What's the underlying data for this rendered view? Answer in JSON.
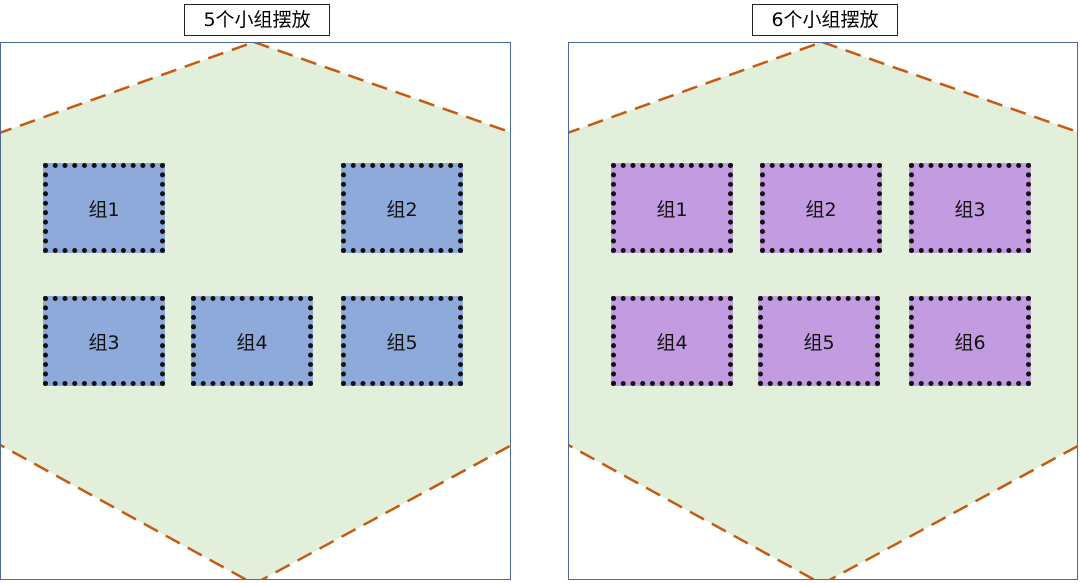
{
  "diagrams": [
    {
      "title": "5个小组摆放",
      "group_color": "#8eaadb",
      "groups": [
        "组1",
        "组2",
        "组3",
        "组4",
        "组5"
      ]
    },
    {
      "title": "6个小组摆放",
      "group_color": "#c39be0",
      "groups": [
        "组1",
        "组2",
        "组3",
        "组4",
        "组5",
        "组6"
      ]
    }
  ],
  "colors": {
    "hexagon_fill": "#e2efda",
    "hexagon_stroke": "#c55a11",
    "panel_border": "#4a6a9a"
  }
}
